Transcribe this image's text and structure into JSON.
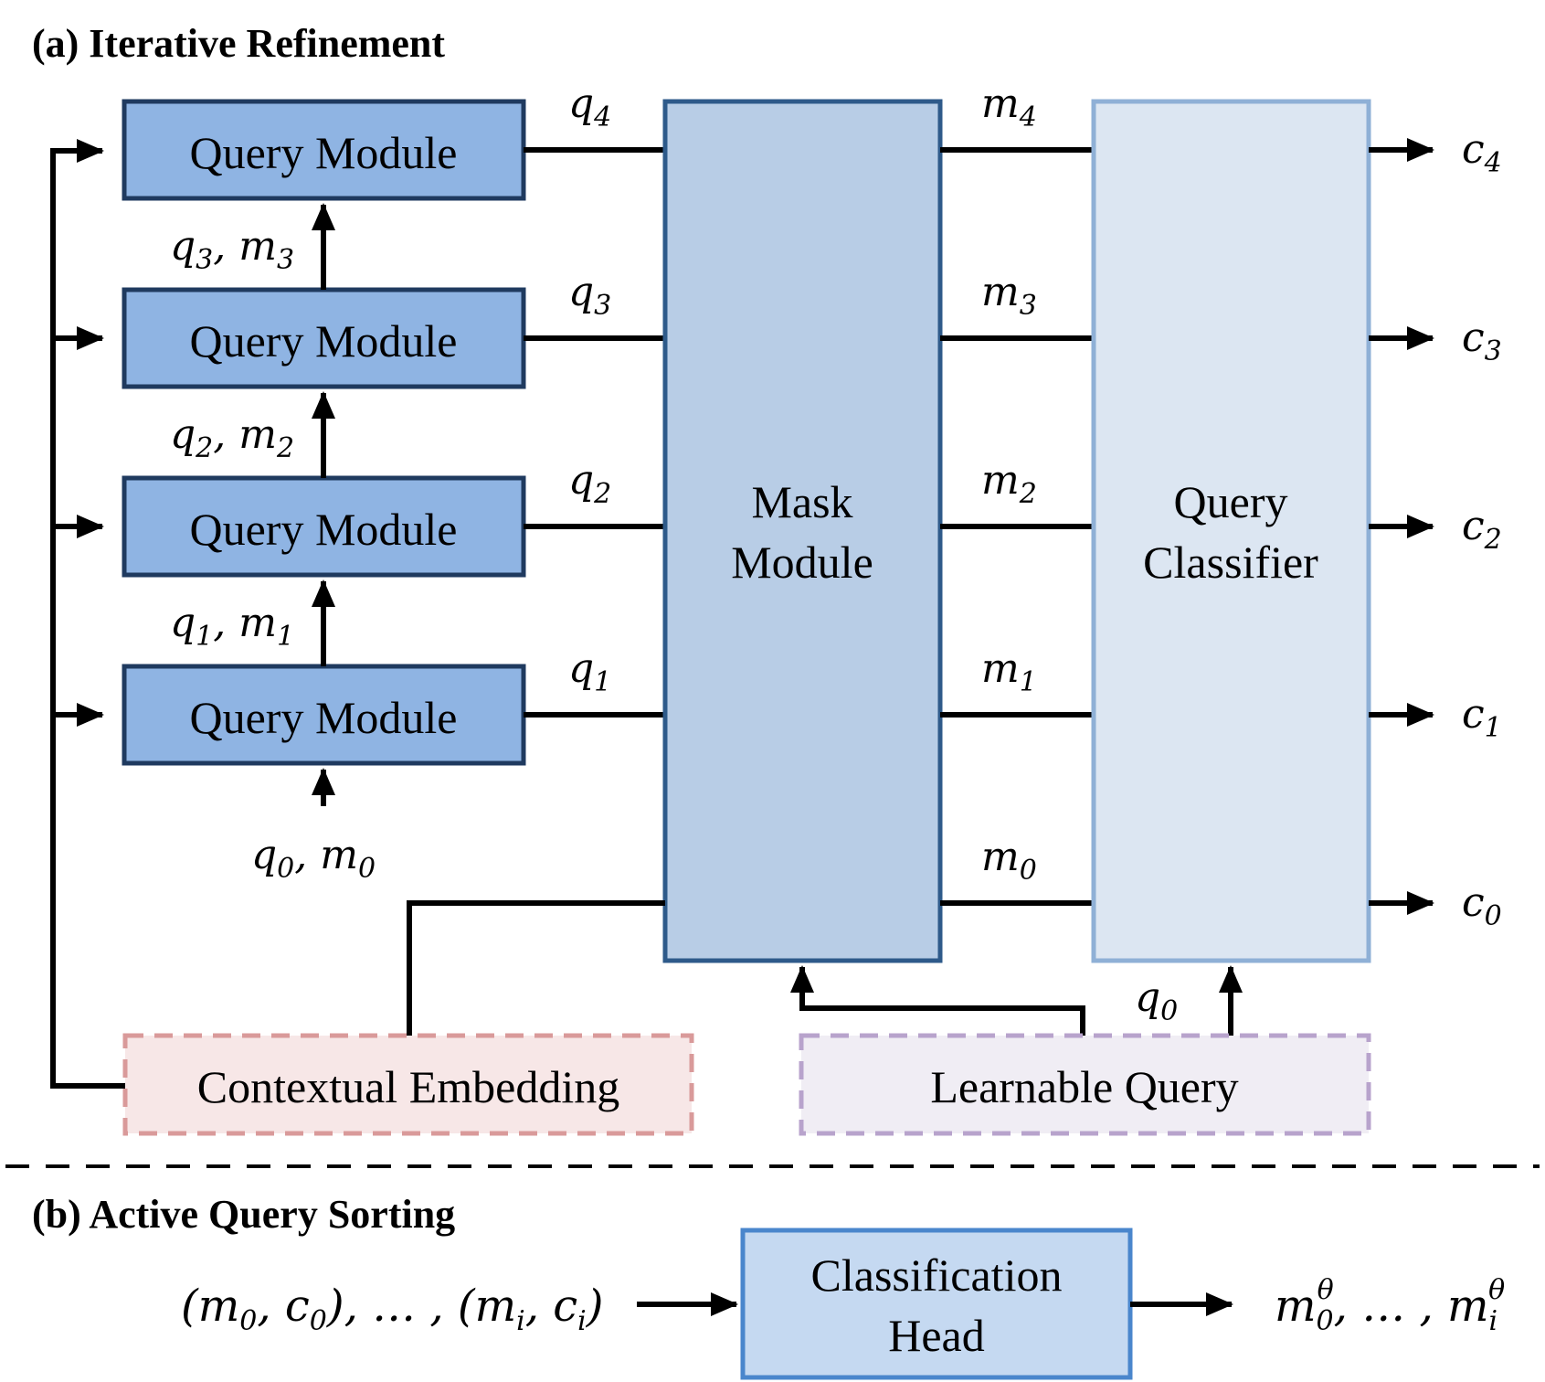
{
  "section_a": {
    "title": "(a) Iterative Refinement"
  },
  "section_b": {
    "title": "(b) Active Query Sorting"
  },
  "query_modules": [
    {
      "label": "Query Module"
    },
    {
      "label": "Query Module"
    },
    {
      "label": "Query Module"
    },
    {
      "label": "Query Module"
    }
  ],
  "mask_module": {
    "line1": "Mask",
    "line2": "Module"
  },
  "query_classifier": {
    "line1": "Query",
    "line2": "Classifier"
  },
  "contextual_embedding": {
    "label": "Contextual Embedding"
  },
  "learnable_query": {
    "label": "Learnable Query"
  },
  "classification_head": {
    "line1": "Classification",
    "line2": "Head"
  },
  "edge_labels": {
    "q4": {
      "base": "q",
      "sub": "4"
    },
    "q3": {
      "base": "q",
      "sub": "3"
    },
    "q2": {
      "base": "q",
      "sub": "2"
    },
    "q1": {
      "base": "q",
      "sub": "1"
    },
    "m4": {
      "base": "m",
      "sub": "4"
    },
    "m3": {
      "base": "m",
      "sub": "3"
    },
    "m2": {
      "base": "m",
      "sub": "2"
    },
    "m1": {
      "base": "m",
      "sub": "1"
    },
    "m0": {
      "base": "m",
      "sub": "0"
    },
    "c4": {
      "base": "c",
      "sub": "4"
    },
    "c3": {
      "base": "c",
      "sub": "3"
    },
    "c2": {
      "base": "c",
      "sub": "2"
    },
    "c1": {
      "base": "c",
      "sub": "1"
    },
    "c0": {
      "base": "c",
      "sub": "0"
    },
    "q0_right": {
      "base": "q",
      "sub": "0"
    },
    "qm3": {
      "q": "q",
      "qs": "3",
      "sep": ", ",
      "m": "m",
      "ms": "3"
    },
    "qm2": {
      "q": "q",
      "qs": "2",
      "sep": ", ",
      "m": "m",
      "ms": "2"
    },
    "qm1": {
      "q": "q",
      "qs": "1",
      "sep": ", ",
      "m": "m",
      "ms": "1"
    },
    "qm0": {
      "q": "q",
      "qs": "0",
      "sep": ", ",
      "m": "m",
      "ms": "0"
    }
  },
  "sorting": {
    "input": {
      "p1": "(",
      "m": "m",
      "ms": "0",
      "c1": ", ",
      "c": "c",
      "cs": "0",
      "p2": "), … , (",
      "mi": "m",
      "mis": "i",
      "c2": ", ",
      "ci": "c",
      "cis": "i",
      "p3": ")"
    },
    "output": {
      "m": "m",
      "ms": "0",
      "sup": "θ",
      "mid": ", … , ",
      "mi": "m",
      "mis": "i",
      "sup2": "θ"
    }
  },
  "colors": {
    "query_module_fill": "#8fb4e3",
    "query_module_stroke": "#1f3a5f",
    "mask_module_fill": "#b8cde6",
    "mask_module_stroke": "#2e5a8a",
    "classifier_fill": "#dce6f2",
    "classifier_stroke": "#8fb0d6",
    "ctx_fill": "#f7e7e7",
    "ctx_stroke": "#d99a9a",
    "lq_fill": "#f0edf4",
    "lq_stroke": "#b8a3cc",
    "head_fill": "#c5d9f1",
    "head_stroke": "#4a86cc"
  }
}
